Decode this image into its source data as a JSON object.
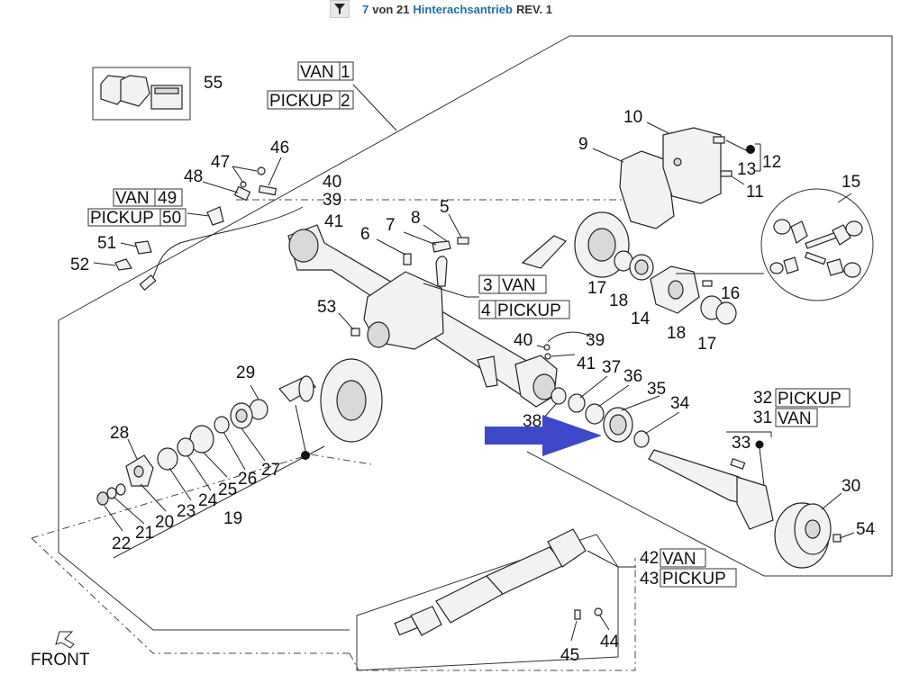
{
  "header": {
    "page_current": "7",
    "page_of": "von 21",
    "title": "Hinterachsantrieb",
    "revision": "REV. 1"
  },
  "colors": {
    "link": "#1e6fa8",
    "arrow": "#3f48c8",
    "line": "#222222"
  },
  "icons": {
    "filter": "filter-icon",
    "pointer": "pointer-arrow-icon",
    "front": "front-arrow-icon"
  },
  "variants": {
    "van_1": "VAN",
    "van_1_num": "1",
    "pickup_2": "PICKUP",
    "pickup_2_num": "2",
    "van_3": "VAN",
    "van_3_num": "3",
    "pickup_4": "PICKUP",
    "pickup_4_num": "4",
    "van_49": "VAN",
    "van_49_num": "49",
    "pickup_50": "PICKUP",
    "pickup_50_num": "50",
    "pickup_32": "PICKUP",
    "pickup_32_num": "32",
    "van_31": "VAN",
    "van_31_num": "31",
    "van_42": "VAN",
    "van_42_num": "42",
    "pickup_43": "PICKUP",
    "pickup_43_num": "43"
  },
  "labels": {
    "p55": "55",
    "p47": "47",
    "p46": "46",
    "p48": "48",
    "p40a": "40",
    "p39a": "39",
    "p41a": "41",
    "p51": "51",
    "p52": "52",
    "p7": "7",
    "p8": "8",
    "p5": "5",
    "p6": "6",
    "p9": "9",
    "p10": "10",
    "p12": "12",
    "p13": "13",
    "p11": "11",
    "p15": "15",
    "p16": "16",
    "p17a": "17",
    "p18a": "18",
    "p14": "14",
    "p18b": "18",
    "p17b": "17",
    "p53": "53",
    "p40b": "40",
    "p39b": "39",
    "p41b": "41",
    "p37": "37",
    "p36": "36",
    "p35": "35",
    "p34": "34",
    "p38": "38",
    "p29": "29",
    "p28": "28",
    "p27": "27",
    "p26": "26",
    "p25": "25",
    "p24": "24",
    "p23": "23",
    "p20": "20",
    "p21": "21",
    "p22": "22",
    "p19": "19",
    "p33": "33",
    "p30": "30",
    "p54": "54",
    "p45": "45",
    "p44": "44"
  },
  "front_label": "FRONT"
}
